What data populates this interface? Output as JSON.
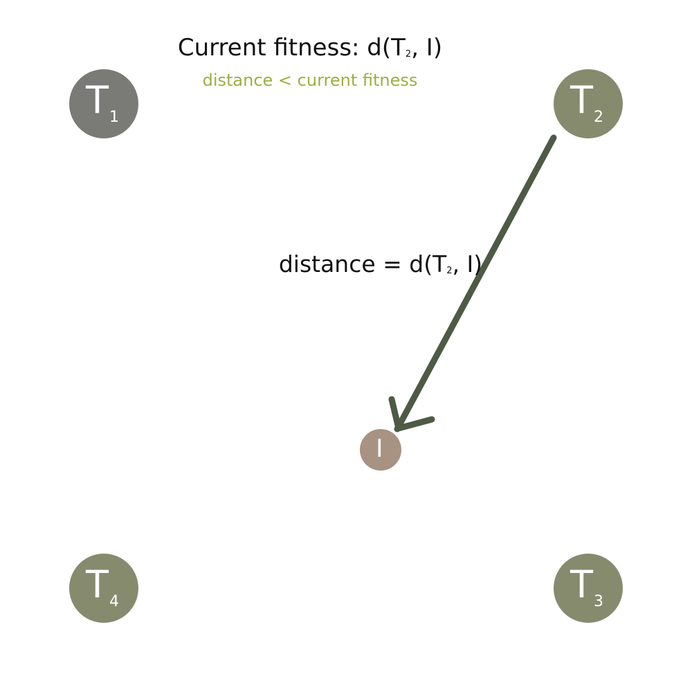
{
  "header": {
    "title_prefix": "Current fitness: d(T",
    "title_sub": "2",
    "title_suffix": ", I)",
    "subtitle": "distance < current fitness"
  },
  "edge_label": {
    "prefix": "distance = d(T",
    "sub": "2",
    "suffix": ", I)"
  },
  "nodes": {
    "t1": {
      "letter": "T",
      "sub": "1"
    },
    "t2": {
      "letter": "T",
      "sub": "2"
    },
    "t3": {
      "letter": "T",
      "sub": "3"
    },
    "t4": {
      "letter": "T",
      "sub": "4"
    },
    "i": {
      "letter": "I"
    }
  },
  "colors": {
    "t1_fill": "#7a7a76",
    "t_fill": "#868b6e",
    "i_fill": "#a89282",
    "arrow": "#4d5b45",
    "subtitle_text": "#9cb040"
  }
}
